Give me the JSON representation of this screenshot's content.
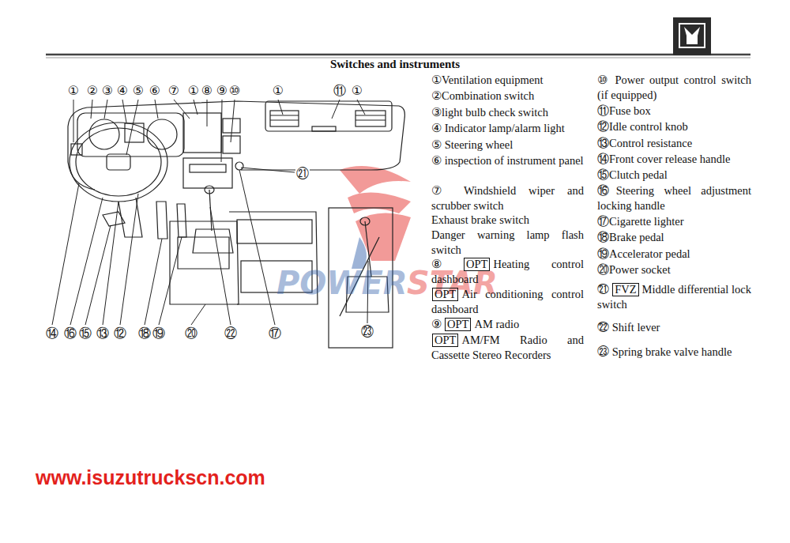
{
  "diagram": {
    "title": "Switches and instruments",
    "nodes": [
      {
        "text": [
          "OPT"
        ]
      },
      {
        "text": [
          "OPT"
        ]
      },
      {
        "text": [
          "OPT"
        ]
      },
      {
        "text": [
          "OPT"
        ]
      },
      {
        "text": [
          "FVZ"
        ]
      }
    ],
    "labels": [
      "①",
      "②",
      "③",
      "④",
      "⑤",
      "⑥",
      "⑦",
      "①",
      "⑧",
      "⑨",
      "⑩",
      "①",
      "⑪",
      "①",
      "㉑",
      "⑭",
      "⑯",
      "⑮",
      "⑬",
      "⑫",
      "⑱",
      "⑲",
      "⑳",
      "㉒",
      "⑰",
      "㉓",
      "①Ventilation equipment",
      "②Combination switch",
      "③light bulb check switch",
      "④ Indicator lamp/alarm light",
      "⑤ Steering wheel",
      "⑥ inspection of instrument panel",
      "⑦ Windshield wiper and scrubber switch",
      "Exhaust brake switch",
      "Danger warning lamp flash switch",
      "⑧",
      "Heating control dashboard",
      "Air conditioning control dashboard",
      "⑨",
      "AM radio",
      "AM/FM Radio and Cassette Stereo Recorders",
      "⑩ Power output control switch (if equipped)",
      "⑪Fuse box",
      "⑫Idle control knob",
      "⑬Control resistance",
      "⑭Front cover release handle",
      "⑮Clutch pedal",
      "⑯Steering wheel adjustment locking handle",
      "⑰Cigarette lighter",
      "⑱Brake pedal",
      "⑲Accelerator pedal",
      "⑳Power socket",
      "㉑",
      "Middle differential lock switch",
      "㉒ Shift lever",
      "㉓ Spring brake valve handle",
      "POWER",
      "STAR",
      "www.isuzutruckscn.com"
    ]
  }
}
